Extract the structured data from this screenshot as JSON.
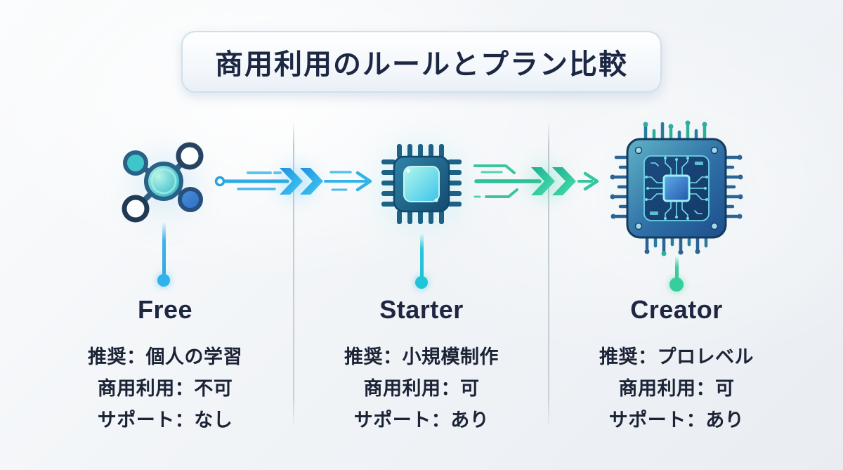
{
  "title": "商用利用のルールとプラン比較",
  "plans": [
    {
      "name": "Free",
      "icon": "molecule-icon",
      "rows": [
        "推奨：個人の学習",
        "商用利用：不可",
        "サポート：なし"
      ]
    },
    {
      "name": "Starter",
      "icon": "chip-icon",
      "rows": [
        "推奨：小規模制作",
        "商用利用：可",
        "サポート：あり"
      ]
    },
    {
      "name": "Creator",
      "icon": "circuit-chip-icon",
      "rows": [
        "推奨：プロレベル",
        "商用利用：可",
        "サポート：あり"
      ]
    }
  ],
  "arrows": [
    {
      "from": "Free",
      "to": "Starter",
      "icon": "double-chevron-arrow-icon",
      "color": "#2aa7e6"
    },
    {
      "from": "Starter",
      "to": "Creator",
      "icon": "double-chevron-arrow-icon",
      "color": "#35cf9f"
    }
  ],
  "colors": {
    "text": "#1c2743",
    "accent_blue": "#2aa7e6",
    "accent_cyan": "#22c5da",
    "accent_teal": "#35cf9f",
    "title_border": "#cfe0ec"
  }
}
